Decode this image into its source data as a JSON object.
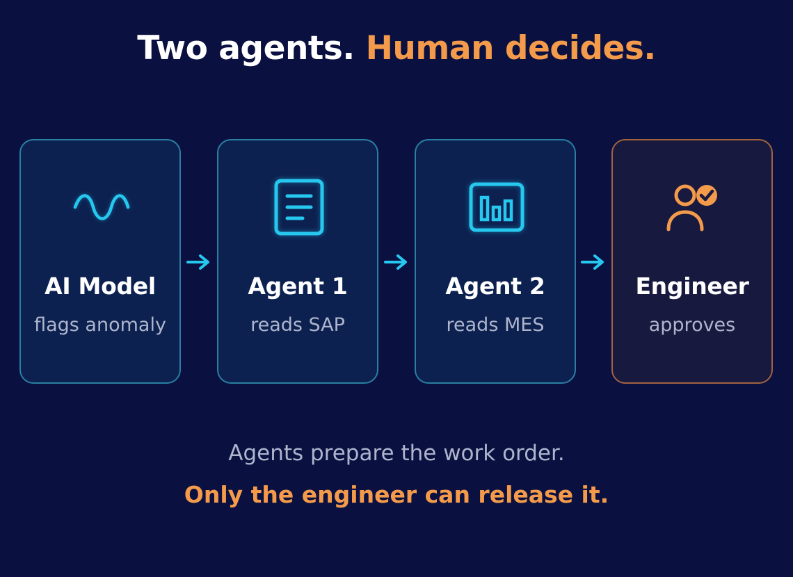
{
  "title": {
    "part1": "Two agents.",
    "part2": "Human decides."
  },
  "colors": {
    "background": "#0a1040",
    "accent_orange": "#f39a4b",
    "accent_cyan": "#27c8f0",
    "card_border_cyan": "#2a7fa4",
    "card_border_orange": "#a3633f"
  },
  "steps": [
    {
      "name": "AI Model",
      "desc": "flags anomaly",
      "icon": "wave-icon"
    },
    {
      "name": "Agent 1",
      "desc": "reads SAP",
      "icon": "document-icon"
    },
    {
      "name": "Agent 2",
      "desc": "reads MES",
      "icon": "bar-chart-icon"
    },
    {
      "name": "Engineer",
      "desc": "approves",
      "icon": "user-check-icon"
    }
  ],
  "arrows": [
    "arrow-right-icon",
    "arrow-right-icon",
    "arrow-right-icon"
  ],
  "footer": {
    "line1": "Agents prepare the work order.",
    "line2": "Only the engineer can release it."
  }
}
